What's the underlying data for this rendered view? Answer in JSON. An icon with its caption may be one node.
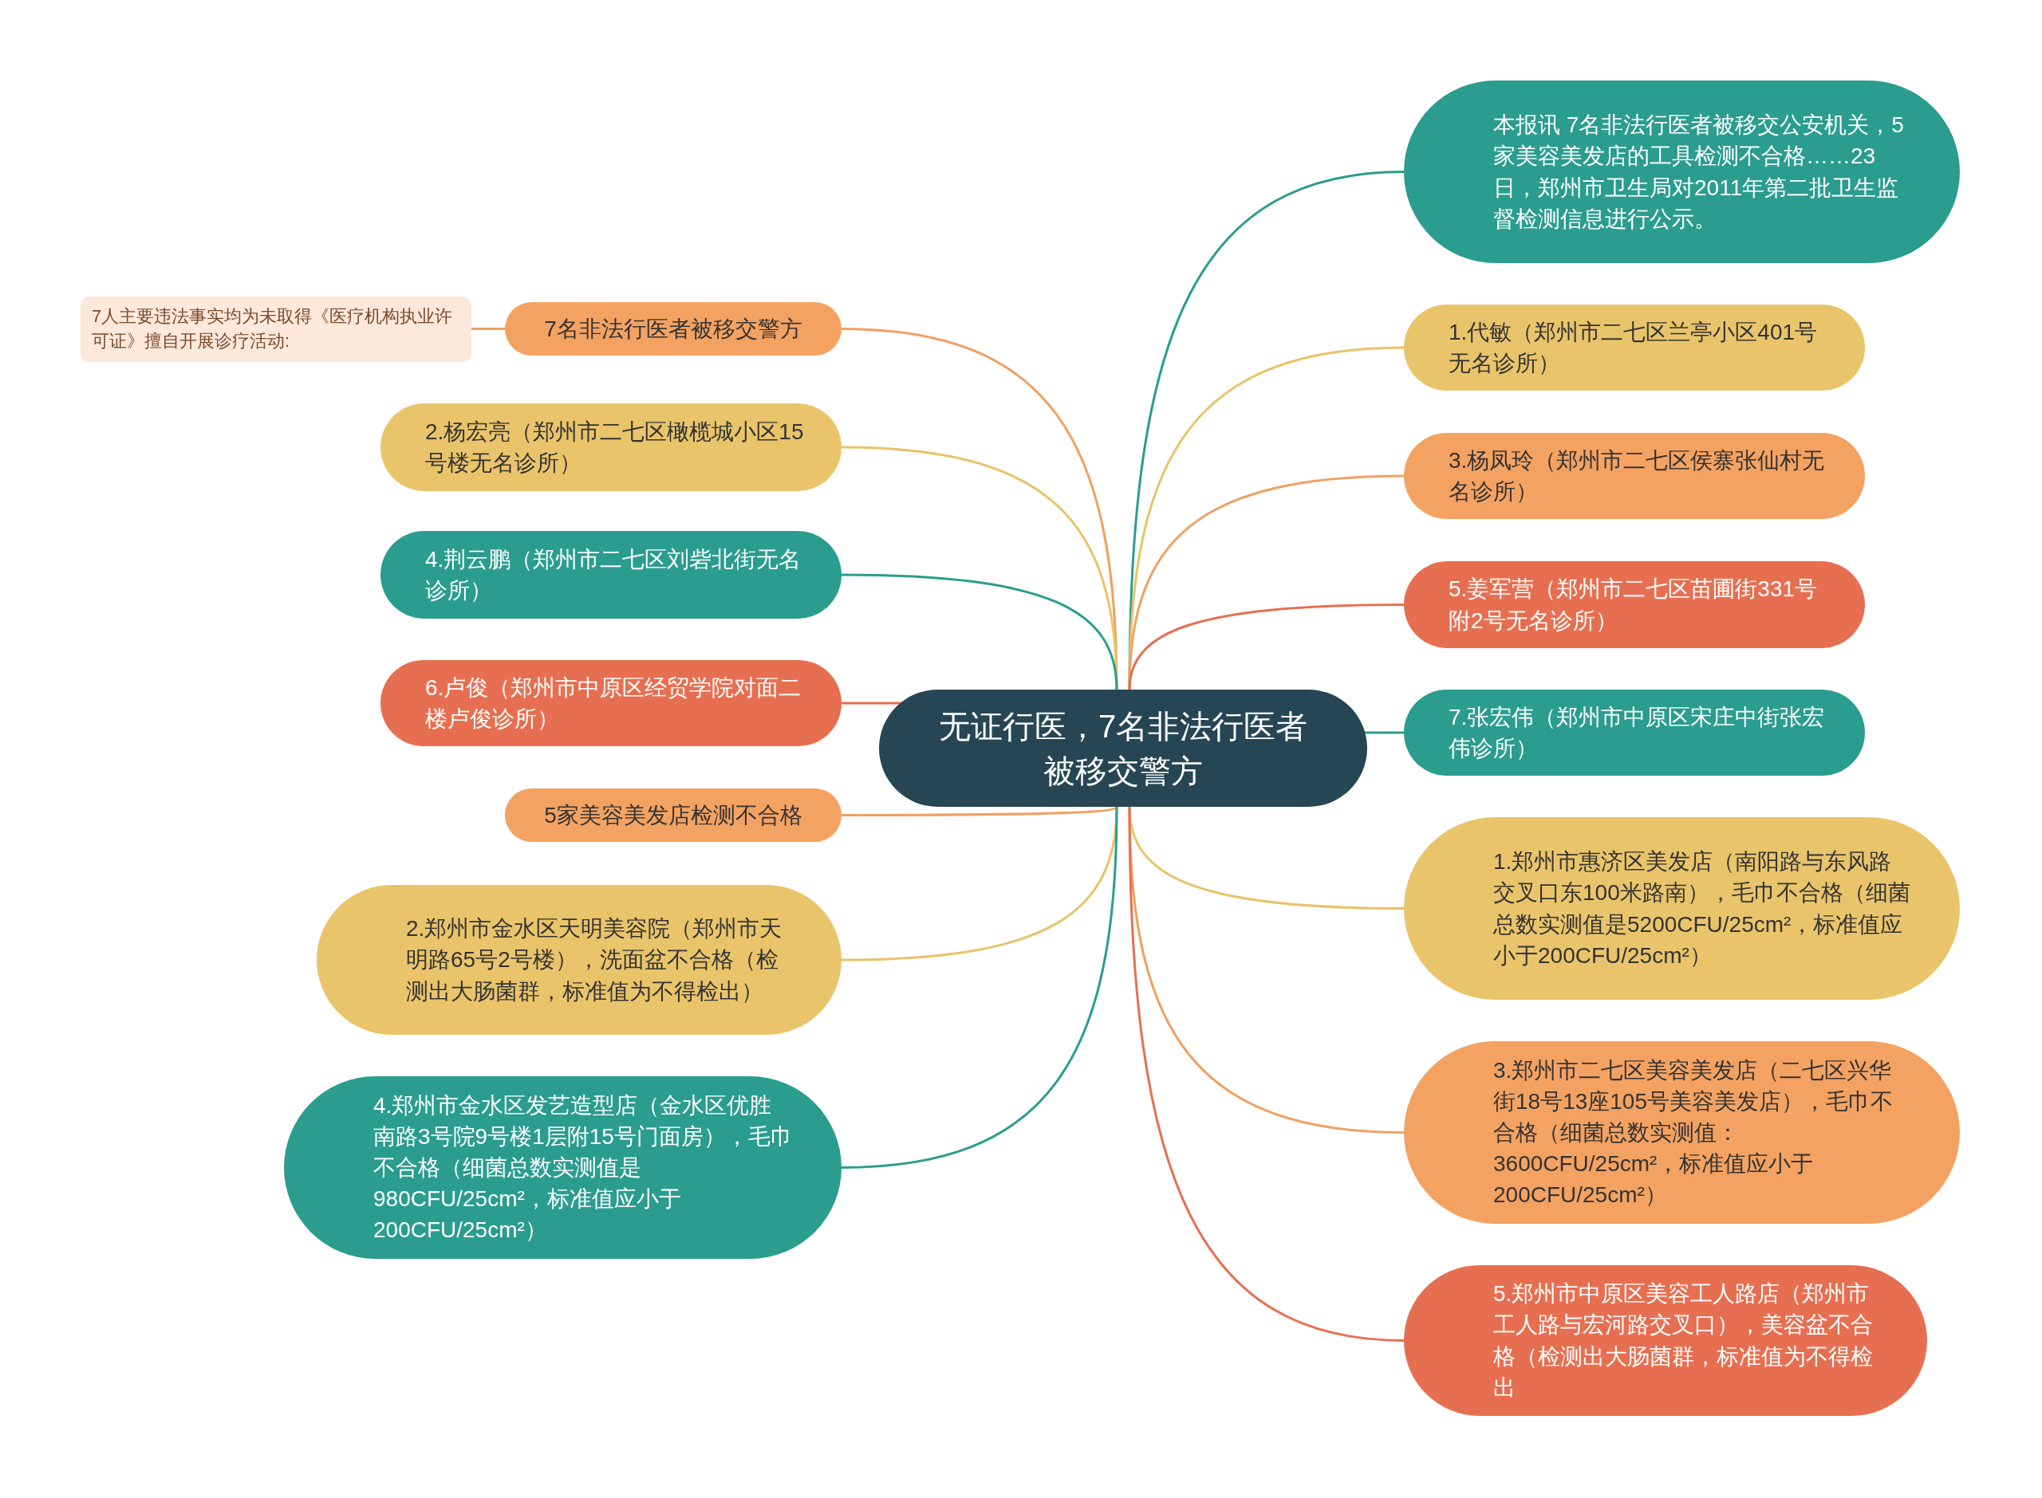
{
  "diagram": {
    "nodes": [
      {
        "text": [
          "无证行医，7名非法行医者被移交警方"
        ]
      },
      {
        "text": [
          "7名非法行医者被移交警方"
        ]
      },
      {
        "text": [
          "7人主要违法事实均为未取得《医疗机构执业许可证》擅自开展诊疗活动:"
        ]
      },
      {
        "text": [
          "2.杨宏亮（郑州市二七区橄榄城小区15号楼无名诊所）"
        ]
      },
      {
        "text": [
          "4.荆云鹏（郑州市二七区刘砦北街无名诊所）"
        ]
      },
      {
        "text": [
          "6.卢俊（郑州市中原区经贸学院对面二楼卢俊诊所）"
        ]
      },
      {
        "text": [
          "5家美容美发店检测不合格"
        ]
      },
      {
        "text": [
          "2.郑州市金水区天明美容院（郑州市天明路65号2号楼），洗面盆不合格（检测出大肠菌群，标准值为不得检出）"
        ]
      },
      {
        "text": [
          "4.郑州市金水区发艺造型店（金水区优胜南路3号院9号楼1层附15号门面房），毛巾不合格（细菌总数实测值是980CFU/25cm²，标准值应小于200CFU/25cm²）"
        ]
      },
      {
        "text": [
          "本报讯 7名非法行医者被移交公安机关，5家美容美发店的工具检测不合格……23日，郑州市卫生局对2011年第二批卫生监督检测信息进行公示。"
        ]
      },
      {
        "text": [
          "1.代敏（郑州市二七区兰亭小区401号无名诊所）"
        ]
      },
      {
        "text": [
          "3.杨凤玲（郑州市二七区侯寨张仙村无名诊所）"
        ]
      },
      {
        "text": [
          "5.姜军营（郑州市二七区苗圃街331号附2号无名诊所）"
        ]
      },
      {
        "text": [
          "7.张宏伟（郑州市中原区宋庄中街张宏伟诊所）"
        ]
      },
      {
        "text": [
          "1.郑州市惠济区美发店（南阳路与东风路交叉口东100米路南），毛巾不合格（细菌总数实测值是5200CFU/25cm²，标准值应小于200CFU/25cm²）"
        ]
      },
      {
        "text": [
          "3.郑州市二七区美容美发店（二七区兴华街18号13座105号美容美发店），毛巾不合格（细菌总数实测值：3600CFU/25cm²，标准值应小于200CFU/25cm²）"
        ]
      },
      {
        "text": [
          "5.郑州市中原区美容工人路店（郑州市工人路与宏河路交叉口），美容盆不合格（检测出大肠菌群，标准值为不得检出"
        ]
      }
    ],
    "edges": [
      {
        "from": 0,
        "to": 1,
        "arrow": "none",
        "color": "#f0a060"
      },
      {
        "from": 1,
        "to": 2,
        "arrow": "none",
        "color": "#f0a060"
      },
      {
        "from": 0,
        "to": 3,
        "arrow": "none",
        "color": "#e8c468"
      },
      {
        "from": 0,
        "to": 4,
        "arrow": "none",
        "color": "#2a9d8f"
      },
      {
        "from": 0,
        "to": 5,
        "arrow": "none",
        "color": "#e76f51"
      },
      {
        "from": 0,
        "to": 6,
        "arrow": "none",
        "color": "#f0a060"
      },
      {
        "from": 0,
        "to": 7,
        "arrow": "none",
        "color": "#e8c468"
      },
      {
        "from": 0,
        "to": 8,
        "arrow": "none",
        "color": "#2a9d8f"
      },
      {
        "from": 0,
        "to": 9,
        "arrow": "none",
        "color": "#2a9d8f"
      },
      {
        "from": 0,
        "to": 10,
        "arrow": "none",
        "color": "#e8c468"
      },
      {
        "from": 0,
        "to": 11,
        "arrow": "none",
        "color": "#f0a060"
      },
      {
        "from": 0,
        "to": 12,
        "arrow": "none",
        "color": "#e76f51"
      },
      {
        "from": 0,
        "to": 13,
        "arrow": "none",
        "color": "#2a9d8f"
      },
      {
        "from": 0,
        "to": 14,
        "arrow": "none",
        "color": "#e8c468"
      },
      {
        "from": 0,
        "to": 15,
        "arrow": "none",
        "color": "#f0a060"
      },
      {
        "from": 0,
        "to": 16,
        "arrow": "none",
        "color": "#e76f51"
      }
    ]
  }
}
